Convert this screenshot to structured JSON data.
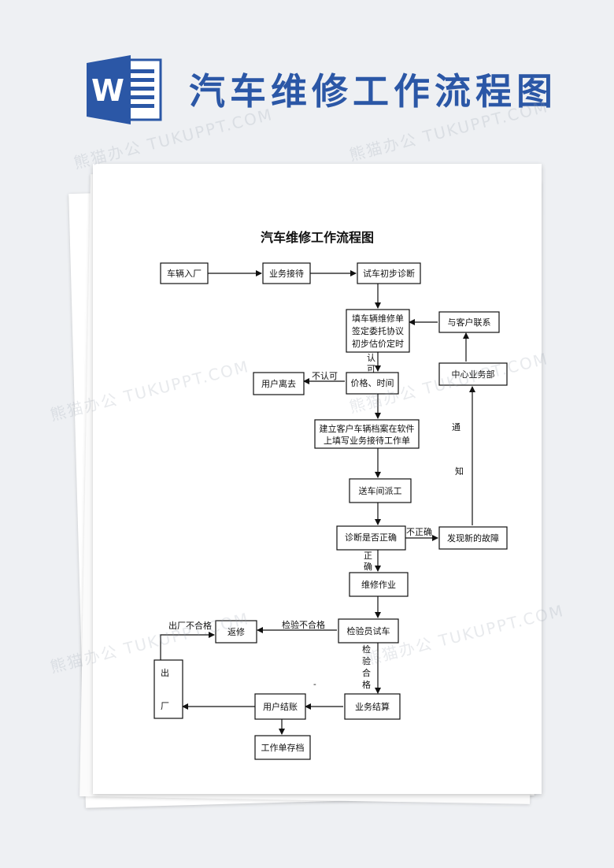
{
  "header": {
    "icon_letter": "W",
    "heading": "汽车维修工作流程图"
  },
  "page": {
    "title": "汽车维修工作流程图"
  },
  "nodes": {
    "car_entry": "车辆入厂",
    "reception": "业务接待",
    "test_drive": "试车初步诊断",
    "fill_form_1": "填车辆维修单",
    "fill_form_2": "签定委托协议",
    "fill_form_3": "初步估价定时",
    "price_time": "价格、时间",
    "user_leave": "用户离去",
    "create_file_1": "建立客户车辆档案在软件",
    "create_file_2": "上填写业务接待工作单",
    "dispatch": "送车间派工",
    "diagnosis_check": "诊断是否正确",
    "new_fault": "发现新的故障",
    "center": "中心业务部",
    "contact_customer": "与客户联系",
    "repair": "维修作业",
    "inspector_test": "检验员试车",
    "rework": "返修",
    "billing": "业务结算",
    "user_checkout": "用户结账",
    "archive": "工作单存档",
    "exit": [
      "出",
      "厂"
    ]
  },
  "labels": {
    "approve": [
      "认",
      "可"
    ],
    "disapprove": "不认可",
    "incorrect": "不正确",
    "correct": [
      "正",
      "确"
    ],
    "notify": [
      "通",
      "知"
    ],
    "inspect_fail": "检验不合格",
    "inspect_pass": [
      "检",
      "验",
      "合",
      "格"
    ],
    "exit_fail": "出厂不合格",
    "dot": "-"
  },
  "colors": {
    "brand": "#2b57a6",
    "line": "#111111"
  },
  "watermark_text": "熊猫办公 TUKUPPT.COM"
}
